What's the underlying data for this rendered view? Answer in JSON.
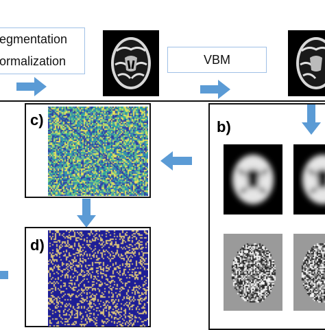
{
  "boxes": {
    "segmentation_line1": "egmentation",
    "segmentation_line2": "ormalization",
    "vbm": "VBM"
  },
  "panels": {
    "b": "b)",
    "c": "c)",
    "d": "d)"
  },
  "colors": {
    "arrow": "#5b9bd5",
    "box_border": "#9fc0e6",
    "panel_border": "#111111",
    "heatmap_blue": "#2f3fa3",
    "heatmap_teal": "#2ea6a0",
    "heatmap_yellow": "#e9e05a",
    "binary_blue": "#1e1e96",
    "binary_tan": "#d9c27a"
  },
  "icons": [
    "right-arrow-icon",
    "down-arrow-icon",
    "left-arrow-icon"
  ]
}
